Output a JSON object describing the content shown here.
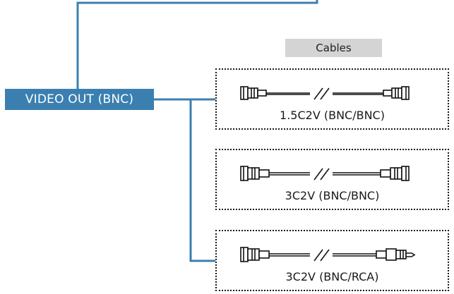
{
  "source": {
    "label": "VIDEO OUT (BNC)"
  },
  "cables_header": "Cables",
  "cables": [
    {
      "name": "1.5C2V (BNC/BNC)",
      "left_connector": "bnc-plug-icon",
      "right_connector": "bnc-plug-icon"
    },
    {
      "name": "3C2V (BNC/BNC)",
      "left_connector": "bnc-plug-icon",
      "right_connector": "bnc-plug-icon"
    },
    {
      "name": "3C2V (BNC/RCA)",
      "left_connector": "bnc-plug-icon",
      "right_connector": "rca-plug-icon"
    }
  ],
  "colors": {
    "connector_line": "#3b7fb1",
    "source_fill": "#3b7fb1",
    "header_fill": "#d4d4d4",
    "box_border": "#1a1a1a"
  }
}
